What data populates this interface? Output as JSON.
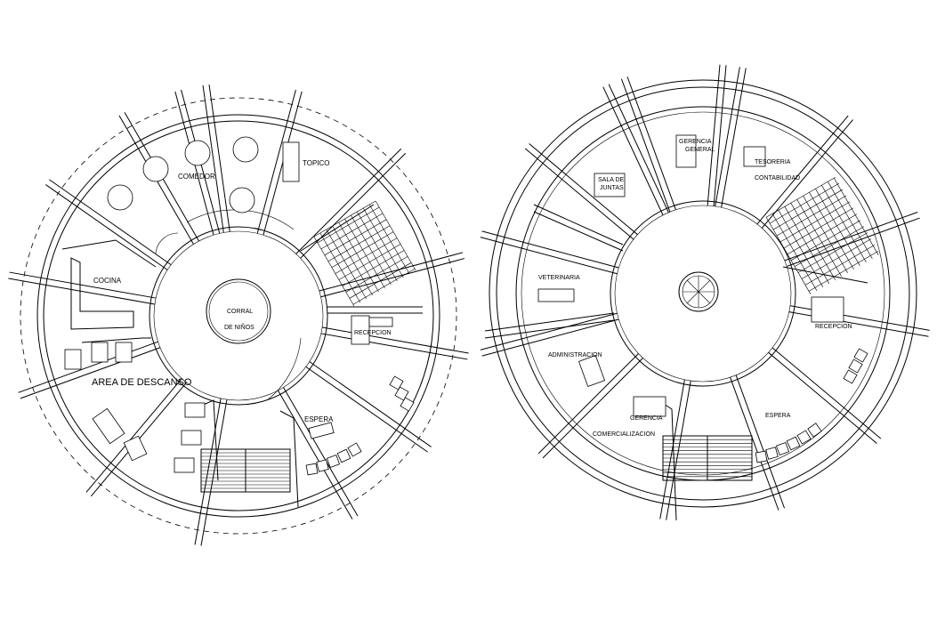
{
  "plan_left": {
    "labels": {
      "comedor": "COMEDOR",
      "topico": "TOPICO",
      "cocina": "COCINA",
      "corral_line1": "CORRAL",
      "corral_line2": "DE NIÑOS",
      "recepcion": "RECEPCION",
      "area_descanso": "AREA DE DESCANSO",
      "espera": "ESPERA"
    }
  },
  "plan_right": {
    "labels": {
      "gerencia_line1": "GERENCIA",
      "gerencia_line2": "GENERAL",
      "tesoreria": "TESORERIA",
      "contabilidad": "CONTABILIDAD",
      "sala_line1": "SALA DE",
      "sala_line2": "JUNTAS",
      "veterinaria": "VETERINARIA",
      "recepcion": "RECEPCION",
      "administracion": "ADMINISTRACION",
      "espera": "ESPERA",
      "comercial_line1": "GERENCIA",
      "comercial_line2": "COMERCIALIZACION"
    }
  },
  "colors": {
    "ink": "#000000",
    "paper": "#ffffff"
  }
}
